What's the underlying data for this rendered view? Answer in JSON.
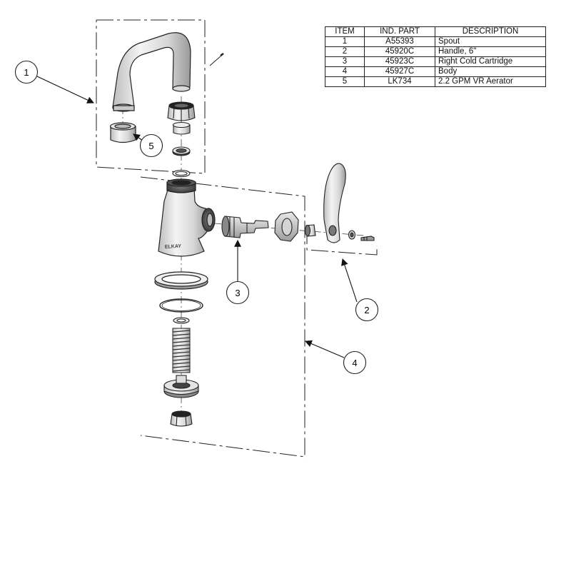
{
  "parts_table": {
    "headers": [
      "ITEM",
      "IND. PART",
      "DESCRIPTION"
    ],
    "rows": [
      {
        "item": "1",
        "part": "A55393",
        "description": "Spout"
      },
      {
        "item": "2",
        "part": "45920C",
        "description": "Handle, 6\""
      },
      {
        "item": "3",
        "part": "45923C",
        "description": "Right Cold Cartridge"
      },
      {
        "item": "4",
        "part": "45927C",
        "description": "Body"
      },
      {
        "item": "5",
        "part": "LK734",
        "description": "2.2 GPM VR Aerator"
      }
    ]
  },
  "callouts": [
    "1",
    "2",
    "3",
    "4",
    "5"
  ],
  "body_brand": "ELKAY"
}
